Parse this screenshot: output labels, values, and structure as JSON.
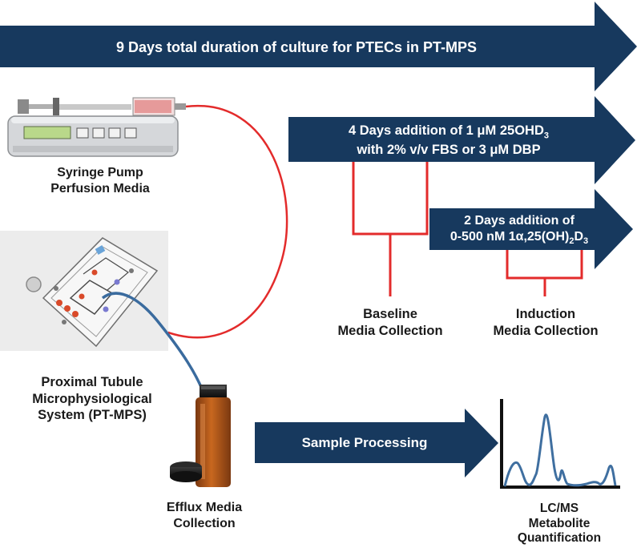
{
  "banner_top": "9 Days total duration of culture for PTECs in PT-MPS",
  "banner_mid": {
    "line1": "4 Days addition of 1 μM 25OHD",
    "line1_sub": "3",
    "line2": "with 2% v/v FBS or 3 μM DBP"
  },
  "banner_low": {
    "line1": "2 Days addition of",
    "line2_a": "0-500 nM 1α,25(OH)",
    "line2_sub1": "2",
    "line2_b": "D",
    "line2_sub2": "3"
  },
  "banner_sample": "Sample Processing",
  "labels": {
    "syringe_line1": "Syringe Pump",
    "syringe_line2": "Perfusion Media",
    "ptmps_line1": "Proximal Tubule",
    "ptmps_line2": "Microphysiological",
    "ptmps_line3": "System (PT-MPS)",
    "baseline_line1": "Baseline",
    "baseline_line2": "Media Collection",
    "induction_line1": "Induction",
    "induction_line2": "Media Collection",
    "efflux_line1": "Efflux Media",
    "efflux_line2": "Collection",
    "lcms_line1": "LC/MS",
    "lcms_line2": "Metabolite",
    "lcms_line3": "Quantification"
  },
  "colors": {
    "navy": "#17395e",
    "red": "#e32b2b",
    "tube_blue": "#3a6b9e",
    "amber": "#a3501a",
    "trace": "#3f6fa0"
  }
}
